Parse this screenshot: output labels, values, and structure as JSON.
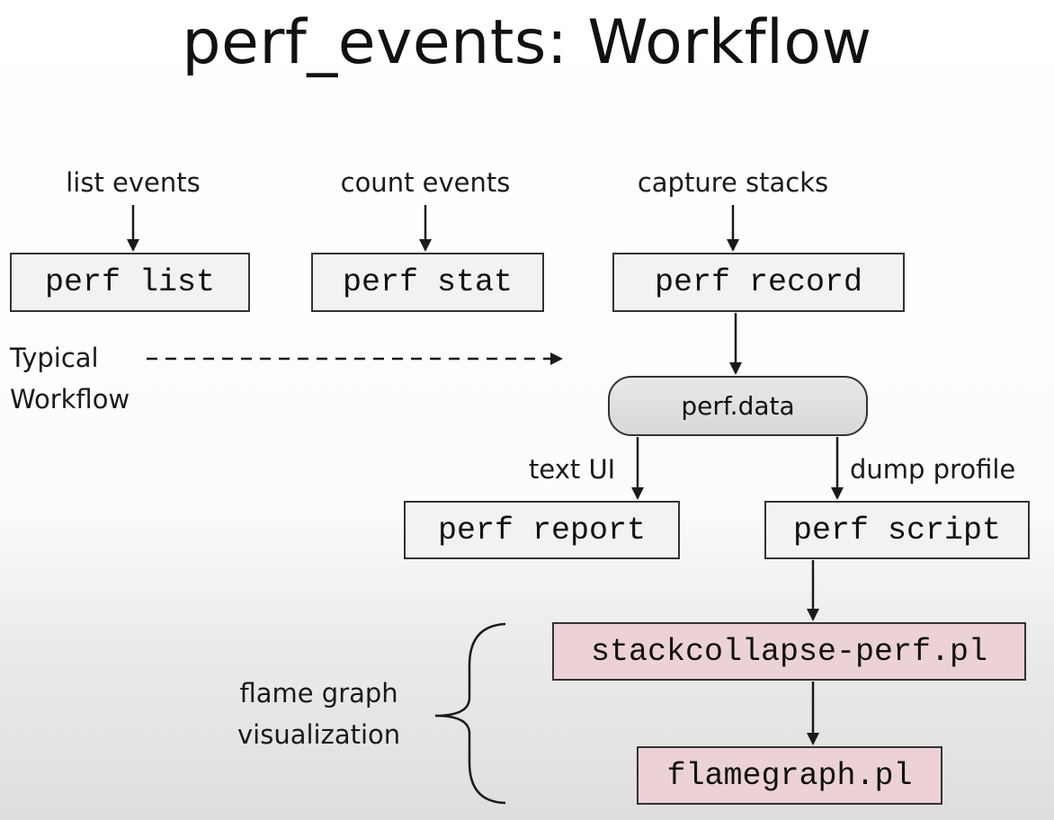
{
  "title": "perf_events: Workflow",
  "labels": {
    "list_events": "list events",
    "count_events": "count events",
    "capture_stacks": "capture stacks",
    "text_ui": "text UI",
    "dump_profile": "dump profile"
  },
  "boxes": {
    "perf_list": "perf list",
    "perf_stat": "perf stat",
    "perf_record": "perf record",
    "perf_data": "perf.data",
    "perf_report": "perf report",
    "perf_script": "perf script",
    "stackcollapse": "stackcollapse-perf.pl",
    "flamegraph": "flamegraph.pl"
  },
  "typical_workflow": {
    "line1": "Typical",
    "line2": "Workflow"
  },
  "flame_graph_visualization": {
    "line1": "flame graph",
    "line2": "visualization"
  },
  "colors": {
    "box_fill": "#f2f2f2",
    "flame_box_fill": "#ecd2d4",
    "data_box_fill": "#dddddd"
  }
}
